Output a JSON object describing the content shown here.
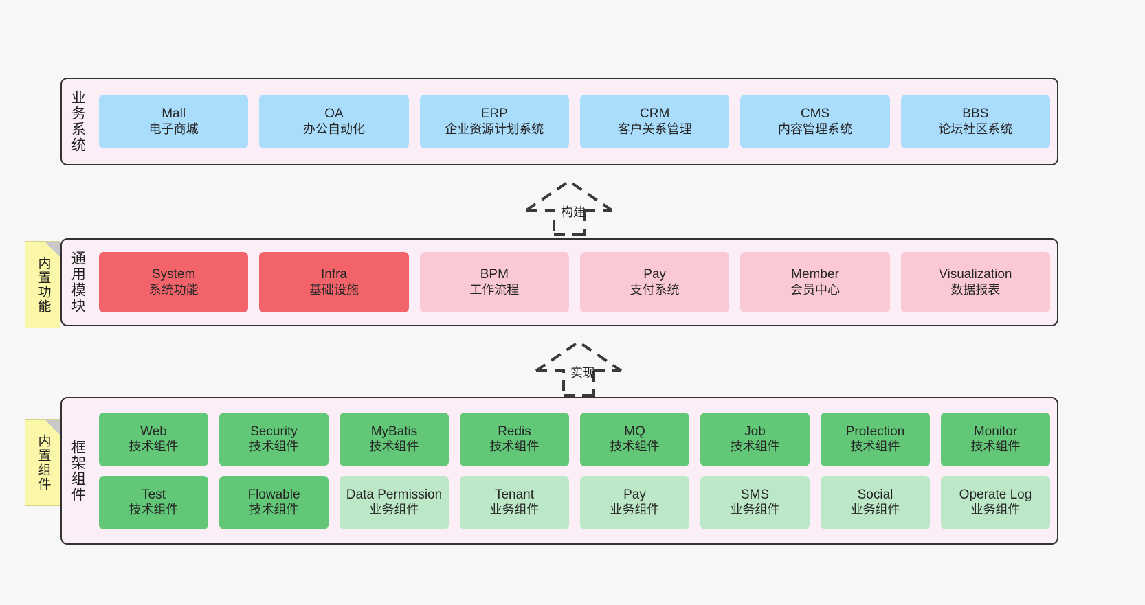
{
  "tiers": {
    "business": {
      "label": "业务系统",
      "items": [
        {
          "name": "Mall",
          "desc": "电子商城"
        },
        {
          "name": "OA",
          "desc": "办公自动化"
        },
        {
          "name": "ERP",
          "desc": "企业资源计划系统"
        },
        {
          "name": "CRM",
          "desc": "客户关系管理"
        },
        {
          "name": "CMS",
          "desc": "内容管理系统"
        },
        {
          "name": "BBS",
          "desc": "论坛社区系统"
        }
      ]
    },
    "modules": {
      "label": "通用模块",
      "note": "内置功能",
      "items": [
        {
          "name": "System",
          "desc": "系统功能",
          "state": "on"
        },
        {
          "name": "Infra",
          "desc": "基础设施",
          "state": "on"
        },
        {
          "name": "BPM",
          "desc": "工作流程",
          "state": "off"
        },
        {
          "name": "Pay",
          "desc": "支付系统",
          "state": "off"
        },
        {
          "name": "Member",
          "desc": "会员中心",
          "state": "off"
        },
        {
          "name": "Visualization",
          "desc": "数据报表",
          "state": "off"
        }
      ]
    },
    "framework": {
      "label": "框架组件",
      "note": "内置组件",
      "row1": [
        {
          "name": "Web",
          "desc": "技术组件",
          "kind": "tech"
        },
        {
          "name": "Security",
          "desc": "技术组件",
          "kind": "tech"
        },
        {
          "name": "MyBatis",
          "desc": "技术组件",
          "kind": "tech"
        },
        {
          "name": "Redis",
          "desc": "技术组件",
          "kind": "tech"
        },
        {
          "name": "MQ",
          "desc": "技术组件",
          "kind": "tech"
        },
        {
          "name": "Job",
          "desc": "技术组件",
          "kind": "tech"
        },
        {
          "name": "Protection",
          "desc": "技术组件",
          "kind": "tech"
        },
        {
          "name": "Monitor",
          "desc": "技术组件",
          "kind": "tech"
        }
      ],
      "row2": [
        {
          "name": "Test",
          "desc": "技术组件",
          "kind": "tech"
        },
        {
          "name": "Flowable",
          "desc": "技术组件",
          "kind": "tech"
        },
        {
          "name": "Data Permission",
          "desc": "业务组件",
          "kind": "biz"
        },
        {
          "name": "Tenant",
          "desc": "业务组件",
          "kind": "biz"
        },
        {
          "name": "Pay",
          "desc": "业务组件",
          "kind": "biz"
        },
        {
          "name": "SMS",
          "desc": "业务组件",
          "kind": "biz"
        },
        {
          "name": "Social",
          "desc": "业务组件",
          "kind": "biz"
        },
        {
          "name": "Operate Log",
          "desc": "业务组件",
          "kind": "biz"
        }
      ]
    }
  },
  "connectors": [
    {
      "label": "构建"
    },
    {
      "label": "实现"
    }
  ],
  "colors": {
    "panel_bg": "#fbeef6",
    "panel_border": "#333333",
    "business_node": "#aadcfc",
    "module_active": "#f2646a",
    "module_inactive": "#fbc9d4",
    "tech_component": "#62c878",
    "business_component": "#bde8c7",
    "sticky_note": "#fbf7a8",
    "canvas": "#f7f7f7"
  }
}
